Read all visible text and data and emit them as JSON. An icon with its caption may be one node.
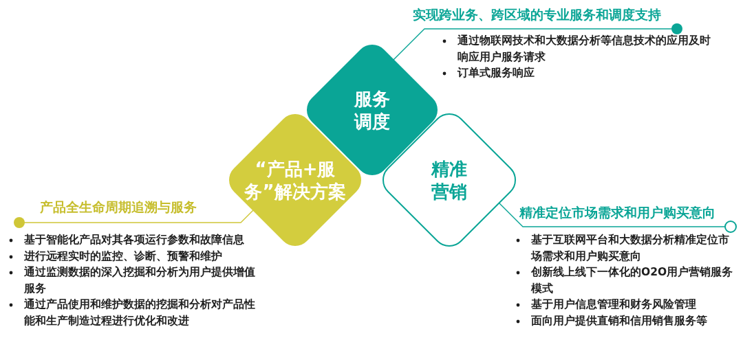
{
  "diagram": {
    "nodes": [
      {
        "text": [
          "实现跨业务、跨区域的专业服务和调度支持"
        ],
        "beside": [
          "通过物联网技术和大数据分析等信息技术的应用及时响应用户服务请求",
          "订单式服务响应"
        ]
      },
      {
        "text": [
          "服务调度"
        ]
      },
      {
        "text": [
          "“产品+服务”解决方案"
        ]
      },
      {
        "text": [
          "精准营销"
        ]
      },
      {
        "text": [
          "产品全生命周期追溯与服务"
        ],
        "beside": [
          "基于智能化产品对其各项运行参数和故障信息",
          "进行远程实时的监控、诊断、预警和维护",
          "通过监测数据的深入挖掘和分析为用户提供增值服务",
          "通过产品使用和维护数据的挖掘和分析对产品性能和生产制造过程进行优化和改进"
        ]
      },
      {
        "text": [
          "精准定位市场需求和用户购买意向"
        ],
        "beside": [
          "基于互联网平台和大数据分析精准定位市场需求和用户购买意向",
          "创新线上线下一体化的O2O用户营销服务模式",
          "基于用户信息管理和财务风险管理",
          "面向用户提供直销和信用销售服务等"
        ]
      }
    ],
    "edges": [
      {
        "from": 1,
        "to": 0,
        "arrow": "other"
      },
      {
        "from": 2,
        "to": 4,
        "arrow": "other",
        "color": "#cfc637"
      },
      {
        "from": 3,
        "to": 5,
        "arrow": "other"
      }
    ]
  }
}
